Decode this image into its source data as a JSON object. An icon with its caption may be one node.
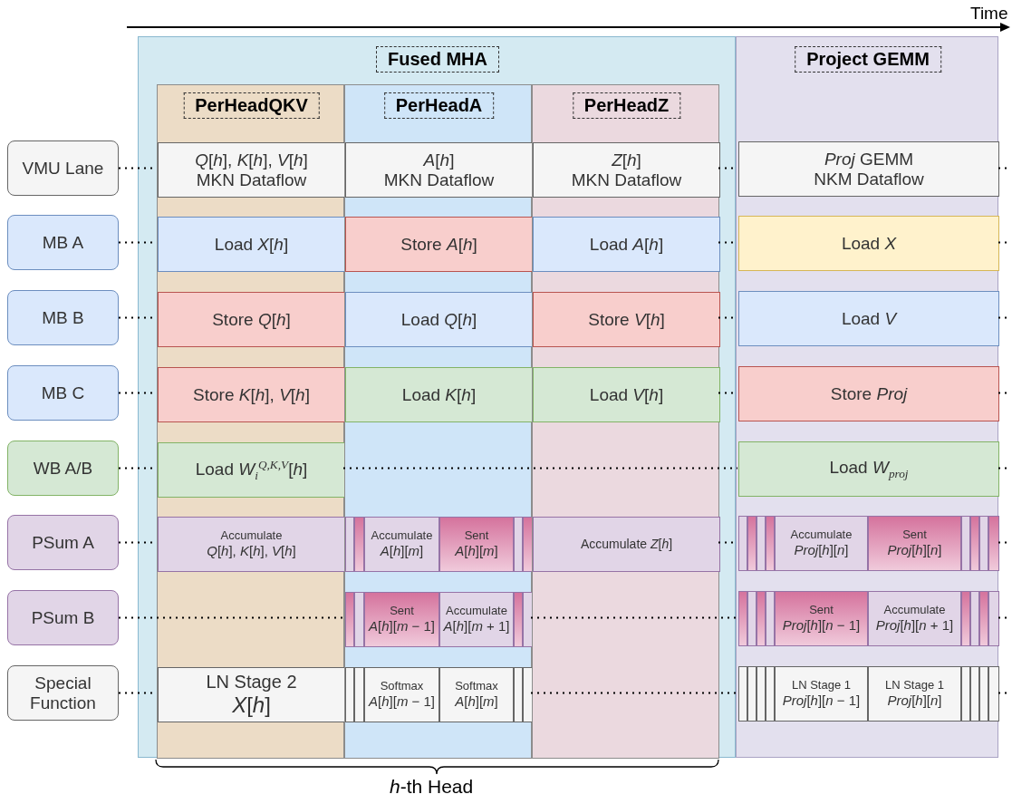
{
  "diagram": {
    "nodes": [
      {
        "text": [
          "Fused MHA"
        ]
      },
      {
        "text": [
          "PerHeadQKV"
        ],
        "in": 0
      },
      {
        "text": [
          "PerHeadA"
        ],
        "in": 0
      },
      {
        "text": [
          "PerHeadZ"
        ],
        "in": 0
      },
      {
        "text": [
          "Project GEMM"
        ]
      },
      {
        "text": [
          "VMU Lane"
        ]
      },
      {
        "text": [
          "MB A"
        ]
      },
      {
        "text": [
          "MB B"
        ]
      },
      {
        "text": [
          "MB C"
        ]
      },
      {
        "text": [
          "WB A/B"
        ]
      },
      {
        "text": [
          "PSum A"
        ]
      },
      {
        "text": [
          "PSum B"
        ]
      },
      {
        "text": [
          "Special Function"
        ]
      },
      {
        "text": [
          "*Q*[*h*], *K*[*h*], *V*[*h*]",
          "MKN Dataflow"
        ],
        "in": 1
      },
      {
        "text": [
          "*A*[*h*]",
          "MKN Dataflow"
        ],
        "in": 2
      },
      {
        "text": [
          "*Z*[*h*]",
          "MKN Dataflow"
        ],
        "in": 3
      },
      {
        "text": [
          "*Proj* GEMM",
          "NKM Dataflow"
        ],
        "in": 4
      },
      {
        "text": [
          "Load *X*[*h*]"
        ],
        "in": 1
      },
      {
        "text": [
          "Store *A*[*h*]"
        ],
        "in": 2
      },
      {
        "text": [
          "Load *A*[*h*]"
        ],
        "in": 3
      },
      {
        "text": [
          "Load *X*"
        ],
        "in": 4
      },
      {
        "text": [
          "Store *Q*[*h*]"
        ],
        "in": 1
      },
      {
        "text": [
          "Load *Q*[*h*]"
        ],
        "in": 2
      },
      {
        "text": [
          "Store *V*[*h*]"
        ],
        "in": 3
      },
      {
        "text": [
          "Load *V*"
        ],
        "in": 4
      },
      {
        "text": [
          "Store *K*[*h*], *V*[*h*]"
        ],
        "in": 1
      },
      {
        "text": [
          "Load *K*[*h*]"
        ],
        "in": 2
      },
      {
        "text": [
          "Load *V*[*h*]"
        ],
        "in": 3
      },
      {
        "text": [
          "Store *Proj*"
        ],
        "in": 4
      },
      {
        "text": [
          "Load *W*$_{i}$$^{Q,K,V}$[*h*]"
        ],
        "in": 1
      },
      {
        "text": [
          "Load *W*$_{proj}$"
        ],
        "in": 4
      },
      {
        "text": [
          "Accumulate",
          "*Q*[*h*], *K*[*h*], *V*[*h*]"
        ],
        "in": 1
      },
      {
        "text": [],
        "shape": "bar",
        "in": 2
      },
      {
        "text": [],
        "shape": "bar",
        "in": 2
      },
      {
        "text": [
          "Accumulate",
          "*A*[*h*][*m*]"
        ],
        "in": 2
      },
      {
        "text": [
          "Sent",
          "*A*[*h*][*m*]"
        ],
        "in": 2
      },
      {
        "text": [],
        "shape": "bar",
        "in": 2
      },
      {
        "text": [],
        "shape": "bar",
        "in": 2
      },
      {
        "text": [
          "Accumulate *Z*[*h*]"
        ],
        "in": 3
      },
      {
        "text": [],
        "shape": "bar",
        "in": 4
      },
      {
        "text": [],
        "shape": "bar",
        "in": 4
      },
      {
        "text": [],
        "shape": "bar",
        "in": 4
      },
      {
        "text": [],
        "shape": "bar",
        "in": 4
      },
      {
        "text": [
          "Accumulate",
          "*Proj*[*h*][*n*]"
        ],
        "in": 4
      },
      {
        "text": [
          "Sent",
          "*Proj*[*h*][*n*]"
        ],
        "in": 4
      },
      {
        "text": [],
        "shape": "bar",
        "in": 4
      },
      {
        "text": [],
        "shape": "bar",
        "in": 4
      },
      {
        "text": [],
        "shape": "bar",
        "in": 4
      },
      {
        "text": [],
        "shape": "bar",
        "in": 4
      },
      {
        "text": [],
        "shape": "bar",
        "in": 2
      },
      {
        "text": [],
        "shape": "bar",
        "in": 2
      },
      {
        "text": [
          "Sent",
          "*A*[*h*][*m* − 1]"
        ],
        "in": 2
      },
      {
        "text": [
          "Accumulate",
          "*A*[*h*][*m* + 1]"
        ],
        "in": 2
      },
      {
        "text": [],
        "shape": "bar",
        "in": 2
      },
      {
        "text": [],
        "shape": "bar",
        "in": 2
      },
      {
        "text": [],
        "shape": "bar",
        "in": 4
      },
      {
        "text": [],
        "shape": "bar",
        "in": 4
      },
      {
        "text": [],
        "shape": "bar",
        "in": 4
      },
      {
        "text": [],
        "shape": "bar",
        "in": 4
      },
      {
        "text": [
          "Sent",
          "*Proj*[*h*][*n* − 1]"
        ],
        "in": 4
      },
      {
        "text": [
          "Accumulate",
          "*Proj*[*h*][*n* + 1]"
        ],
        "in": 4
      },
      {
        "text": [],
        "shape": "bar",
        "in": 4
      },
      {
        "text": [],
        "shape": "bar",
        "in": 4
      },
      {
        "text": [],
        "shape": "bar",
        "in": 4
      },
      {
        "text": [],
        "shape": "bar",
        "in": 4
      },
      {
        "text": [
          "LN Stage 2",
          "*X*[*h*]"
        ],
        "in": 1
      },
      {
        "text": [],
        "shape": "bar",
        "in": 2
      },
      {
        "text": [],
        "shape": "bar",
        "in": 2
      },
      {
        "text": [
          "Softmax",
          "*A*[*h*][*m* − 1]"
        ],
        "in": 2
      },
      {
        "text": [
          "Softmax",
          "*A*[*h*][*m*]"
        ],
        "in": 2
      },
      {
        "text": [],
        "shape": "bar",
        "in": 2
      },
      {
        "text": [],
        "shape": "bar",
        "in": 2
      },
      {
        "text": [],
        "shape": "bar",
        "in": 4
      },
      {
        "text": [],
        "shape": "bar",
        "in": 4
      },
      {
        "text": [],
        "shape": "bar",
        "in": 4
      },
      {
        "text": [],
        "shape": "bar",
        "in": 4
      },
      {
        "text": [
          "LN Stage 1",
          "*Proj*[*h*][*n* − 1]"
        ],
        "in": 4
      },
      {
        "text": [
          "LN Stage 1",
          "*Proj*[*h*][*n*]"
        ],
        "in": 4
      },
      {
        "text": [],
        "shape": "bar",
        "in": 4
      },
      {
        "text": [],
        "shape": "bar",
        "in": 4
      },
      {
        "text": [],
        "shape": "bar",
        "in": 4
      },
      {
        "text": [],
        "shape": "bar",
        "in": 4
      }
    ],
    "edges": [
      {
        "from": 5,
        "to": 13,
        "arrow": "none",
        "style": "dashed"
      },
      {
        "from": 15,
        "to": 16,
        "arrow": "none",
        "style": "dashed"
      },
      {
        "from": 16,
        "to": null,
        "arrow": "none",
        "style": "dashed"
      },
      {
        "from": 6,
        "to": 17,
        "arrow": "none",
        "style": "dashed"
      },
      {
        "from": 19,
        "to": 20,
        "arrow": "none",
        "style": "dashed"
      },
      {
        "from": 20,
        "to": null,
        "arrow": "none",
        "style": "dashed"
      },
      {
        "from": 7,
        "to": 21,
        "arrow": "none",
        "style": "dashed"
      },
      {
        "from": 23,
        "to": 24,
        "arrow": "none",
        "style": "dashed"
      },
      {
        "from": 24,
        "to": null,
        "arrow": "none",
        "style": "dashed"
      },
      {
        "from": 8,
        "to": 25,
        "arrow": "none",
        "style": "dashed"
      },
      {
        "from": 27,
        "to": 28,
        "arrow": "none",
        "style": "dashed"
      },
      {
        "from": 28,
        "to": null,
        "arrow": "none",
        "style": "dashed"
      },
      {
        "from": 9,
        "to": 29,
        "arrow": "none",
        "style": "dashed"
      },
      {
        "from": 29,
        "to": 30,
        "arrow": "none",
        "style": "dashed"
      },
      {
        "from": 30,
        "to": null,
        "arrow": "none",
        "style": "dashed"
      },
      {
        "from": 10,
        "to": 31,
        "arrow": "none",
        "style": "dashed"
      },
      {
        "from": 38,
        "to": 39,
        "arrow": "none",
        "style": "dashed"
      },
      {
        "from": 48,
        "to": null,
        "arrow": "none",
        "style": "dashed"
      },
      {
        "from": 11,
        "to": 49,
        "arrow": "none",
        "style": "dashed"
      },
      {
        "from": 54,
        "to": 55,
        "arrow": "none",
        "style": "dashed"
      },
      {
        "from": 64,
        "to": null,
        "arrow": "none",
        "style": "dashed"
      },
      {
        "from": 12,
        "to": 65,
        "arrow": "none",
        "style": "dashed"
      },
      {
        "from": 71,
        "to": 72,
        "arrow": "none",
        "style": "dashed"
      },
      {
        "from": 81,
        "to": null,
        "arrow": "none",
        "style": "dashed"
      }
    ],
    "labels": [
      "Time",
      "*h*-th Head"
    ]
  }
}
